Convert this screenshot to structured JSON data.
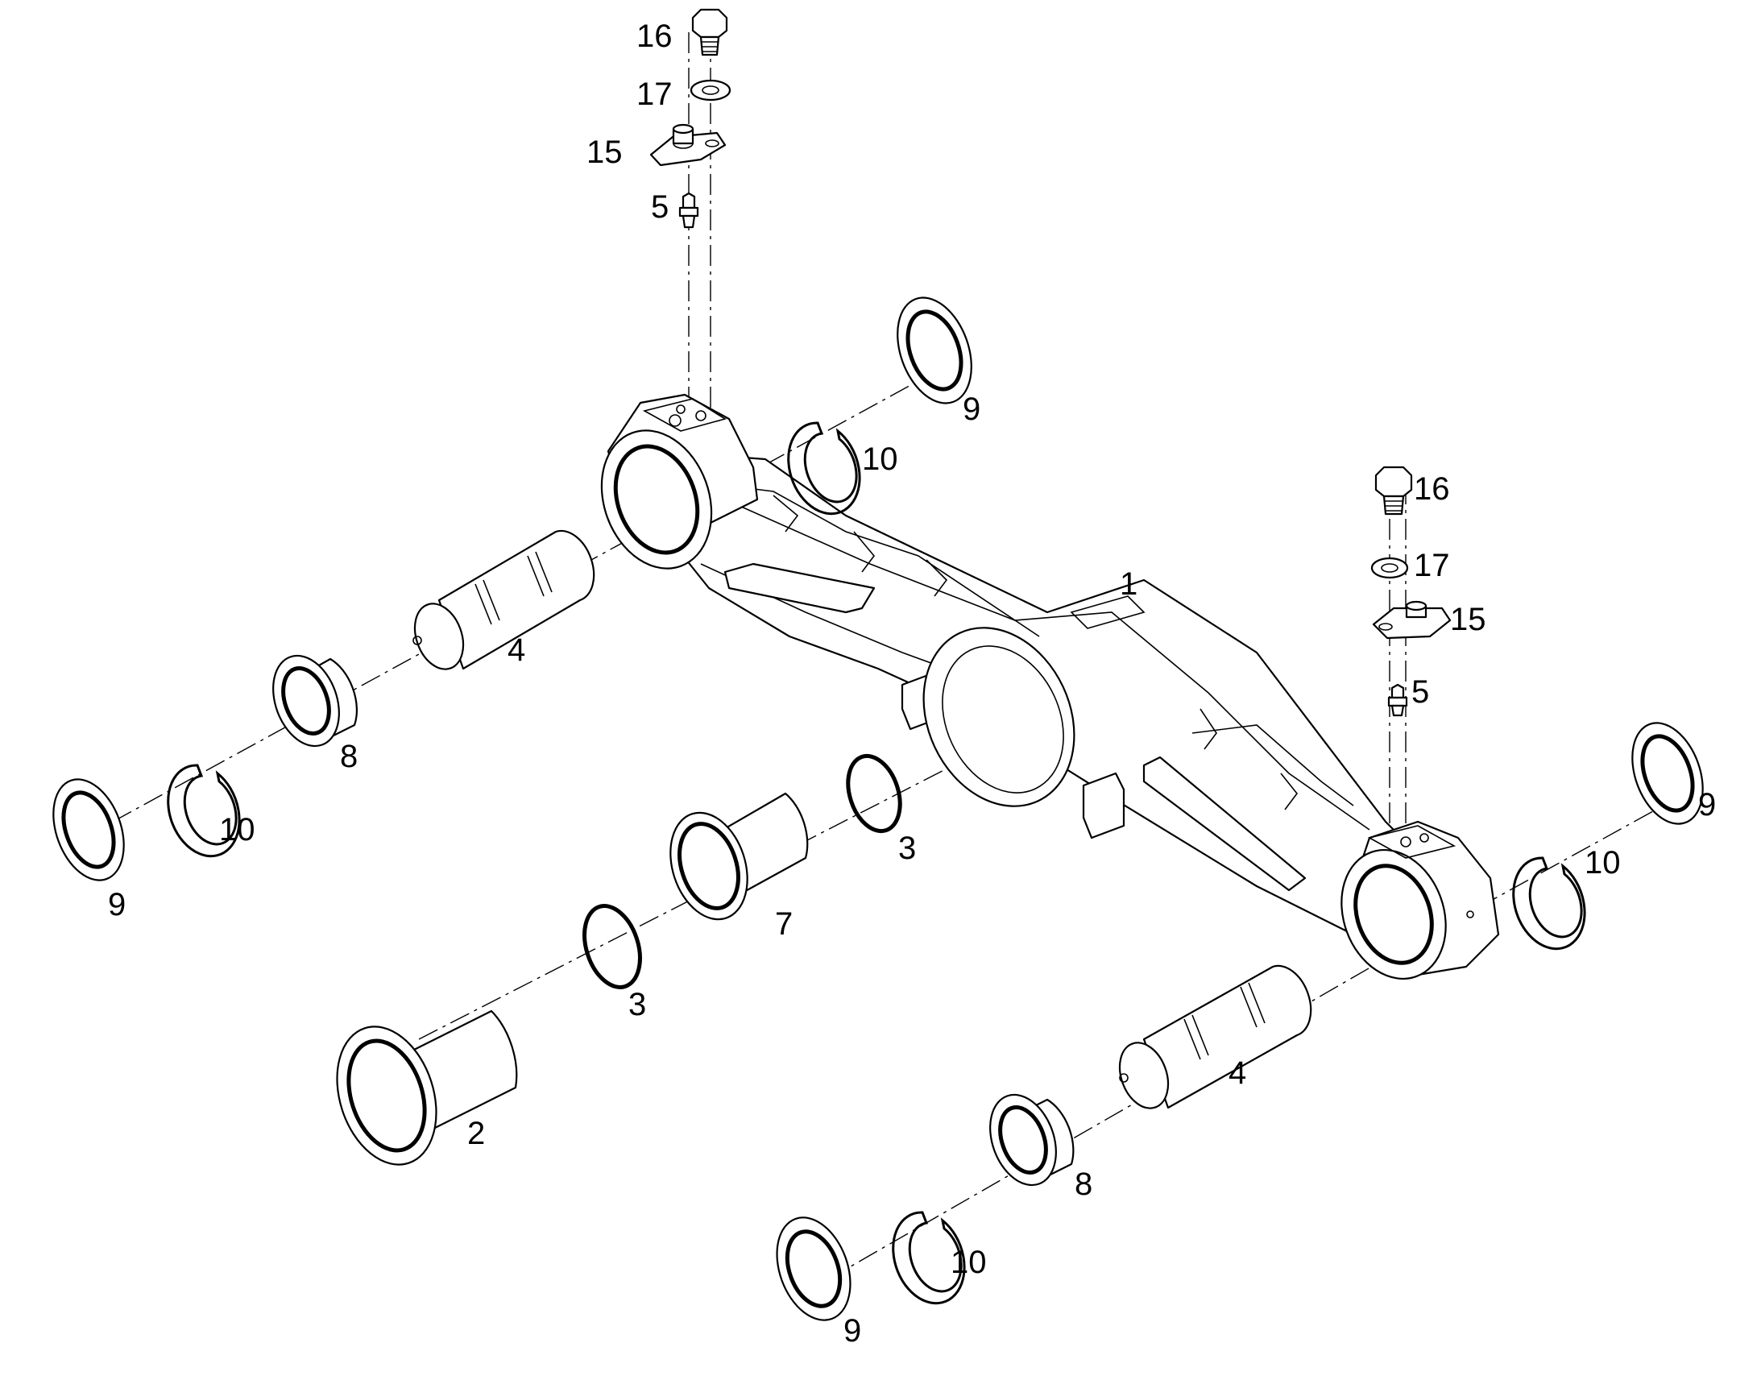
{
  "callouts": {
    "p1": "1",
    "p2": "2",
    "p3a": "3",
    "p3b": "3",
    "p4a": "4",
    "p4b": "4",
    "p5a": "5",
    "p5b": "5",
    "p7": "7",
    "p8a": "8",
    "p8b": "8",
    "p9a": "9",
    "p9b": "9",
    "p9c": "9",
    "p9d": "9",
    "p10a": "10",
    "p10b": "10",
    "p10c": "10",
    "p10d": "10",
    "p15a": "15",
    "p15b": "15",
    "p16a": "16",
    "p16b": "16",
    "p17a": "17",
    "p17b": "17"
  }
}
